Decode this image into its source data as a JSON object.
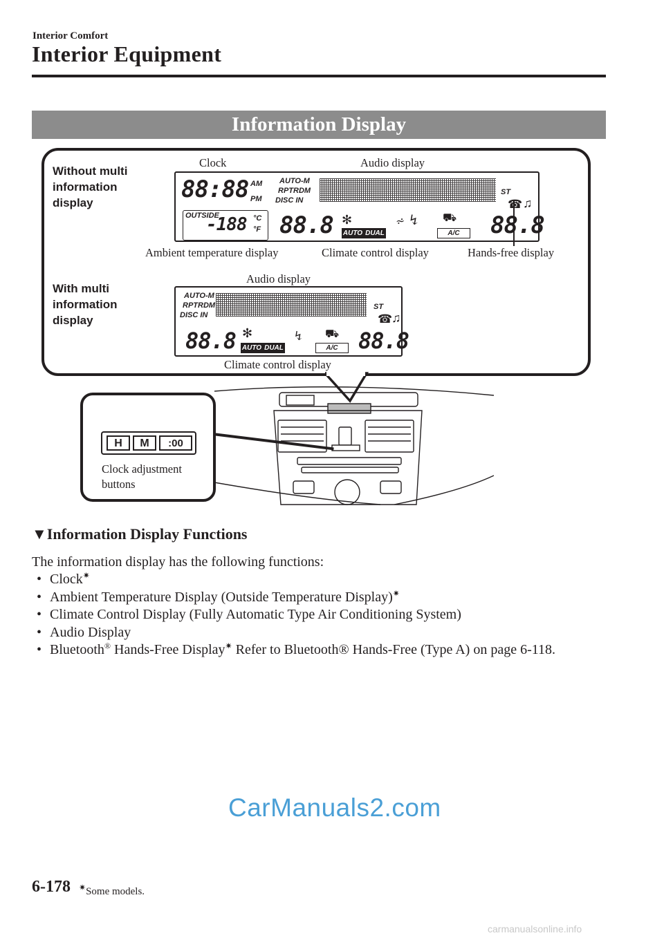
{
  "header": {
    "chapter": "Interior Comfort",
    "section": "Interior Equipment"
  },
  "banner": "Information Display",
  "figure": {
    "without_label": "Without multi information display",
    "with_label": "With multi information display",
    "callouts": {
      "clock": "Clock",
      "audio_top": "Audio display",
      "ambient": "Ambient temperature display",
      "climate_top": "Climate control display",
      "handsfree": "Hands-free display",
      "audio_bottom": "Audio display",
      "climate_bottom": "Climate control display",
      "clock_adjust": "Clock adjustment buttons"
    },
    "lcd": {
      "time": "88:88",
      "am": "AM",
      "pm": "PM",
      "auto_m": "AUTO-M",
      "rptrdm": "RPTRDM",
      "disc_in": "DISC IN",
      "outside": "OUTSIDE",
      "outside_temp": "-188",
      "temp_c": "°C",
      "temp_f": "°F",
      "left_temp": "88.8",
      "right_temp": "88.8",
      "auto": "AUTO",
      "dual": "DUAL",
      "ac": "A/C",
      "st": "ST",
      "phone": "☎",
      "music": "♫"
    },
    "buttons": {
      "h": "H",
      "m": "M",
      "zero": ":00"
    }
  },
  "functions": {
    "heading": "Information Display Functions",
    "intro": "The information display has the following functions:",
    "items": [
      {
        "text": "Clock",
        "star": "✷"
      },
      {
        "text": "Ambient Temperature Display (Outside Temperature Display)",
        "star": "✷"
      },
      {
        "text": "Climate Control Display (Fully Automatic Type Air Conditioning System)",
        "star": ""
      },
      {
        "text": "Audio Display",
        "star": ""
      },
      {
        "text": "Bluetooth",
        "reg": "®",
        "text2": " Hands-Free Display",
        "star": "✷",
        "text3": " Refer to Bluetooth® Hands-Free (Type A) on page 6-118."
      }
    ]
  },
  "footer": {
    "page": "6-178",
    "note_star": "✷",
    "note": "Some models.",
    "watermark": "CarManuals2.com",
    "site": "carmanualsonline.info"
  }
}
